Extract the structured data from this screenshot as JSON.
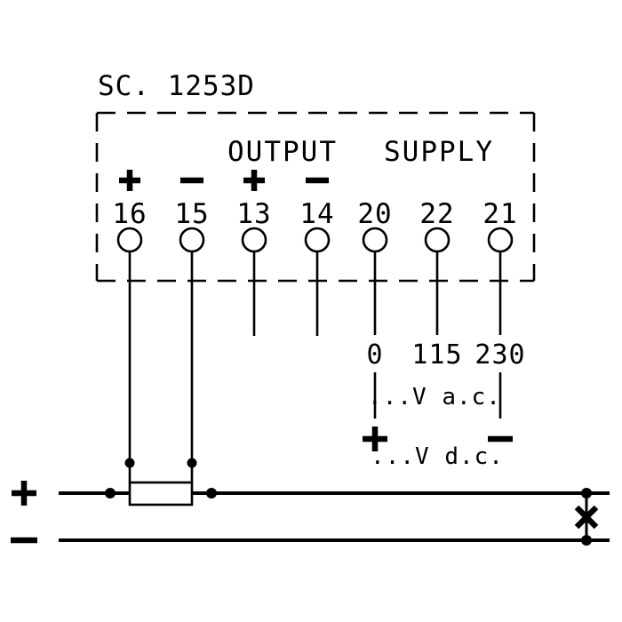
{
  "diagram": {
    "title": "SC. 1253D",
    "sections": {
      "output": "OUTPUT",
      "supply": "SUPPLY"
    },
    "terminals": [
      {
        "id": "16",
        "sign": "+"
      },
      {
        "id": "15",
        "sign": "−"
      },
      {
        "id": "13",
        "sign": "+"
      },
      {
        "id": "14",
        "sign": "−"
      },
      {
        "id": "20",
        "tap": "0"
      },
      {
        "id": "22",
        "tap": "115"
      },
      {
        "id": "21",
        "tap": "230"
      }
    ],
    "supply": {
      "ac_label": "...V a.c.",
      "dc_plus": "+",
      "dc_minus": "−",
      "dc_label": "...V d.c."
    },
    "bus": {
      "plus": "+",
      "minus": "−"
    },
    "symbols": {
      "load": "×"
    },
    "colors": {
      "line": "#000000",
      "background": "#ffffff"
    }
  }
}
